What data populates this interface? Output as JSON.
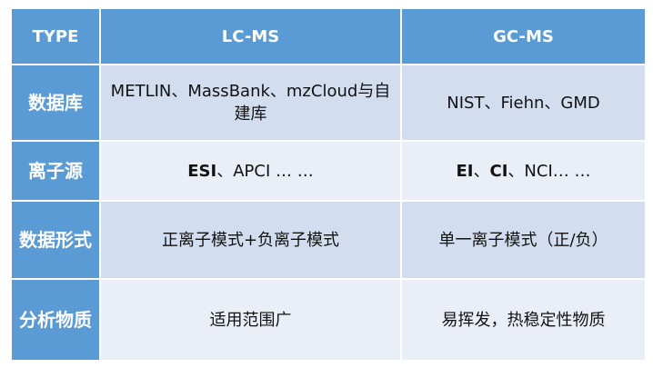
{
  "table": {
    "headers": [
      "TYPE",
      "LC-MS",
      "GC-MS"
    ],
    "rows": [
      {
        "label": "数据库",
        "lc": "METLIN、MassBank、mzCloud与自建库",
        "gc": "NIST、Fiehn、GMD"
      },
      {
        "label": "离子源",
        "lc_bold": "ESI",
        "lc_rest": "、APCI … …",
        "gc_bold1": "EI",
        "gc_sep": "、",
        "gc_bold2": "CI",
        "gc_rest": "、NCI… …"
      },
      {
        "label": "数据形式",
        "lc": "正离子模式+负离子模式",
        "gc": "单一离子模式（正/负）"
      },
      {
        "label": "分析物质",
        "lc": "适用范围广",
        "gc": "易挥发，热稳定性物质"
      }
    ]
  },
  "colors": {
    "header_bg": "#5b9bd5",
    "row_odd_bg": "#d2deef",
    "row_even_bg": "#eaeff7",
    "header_text": "#ffffff"
  }
}
